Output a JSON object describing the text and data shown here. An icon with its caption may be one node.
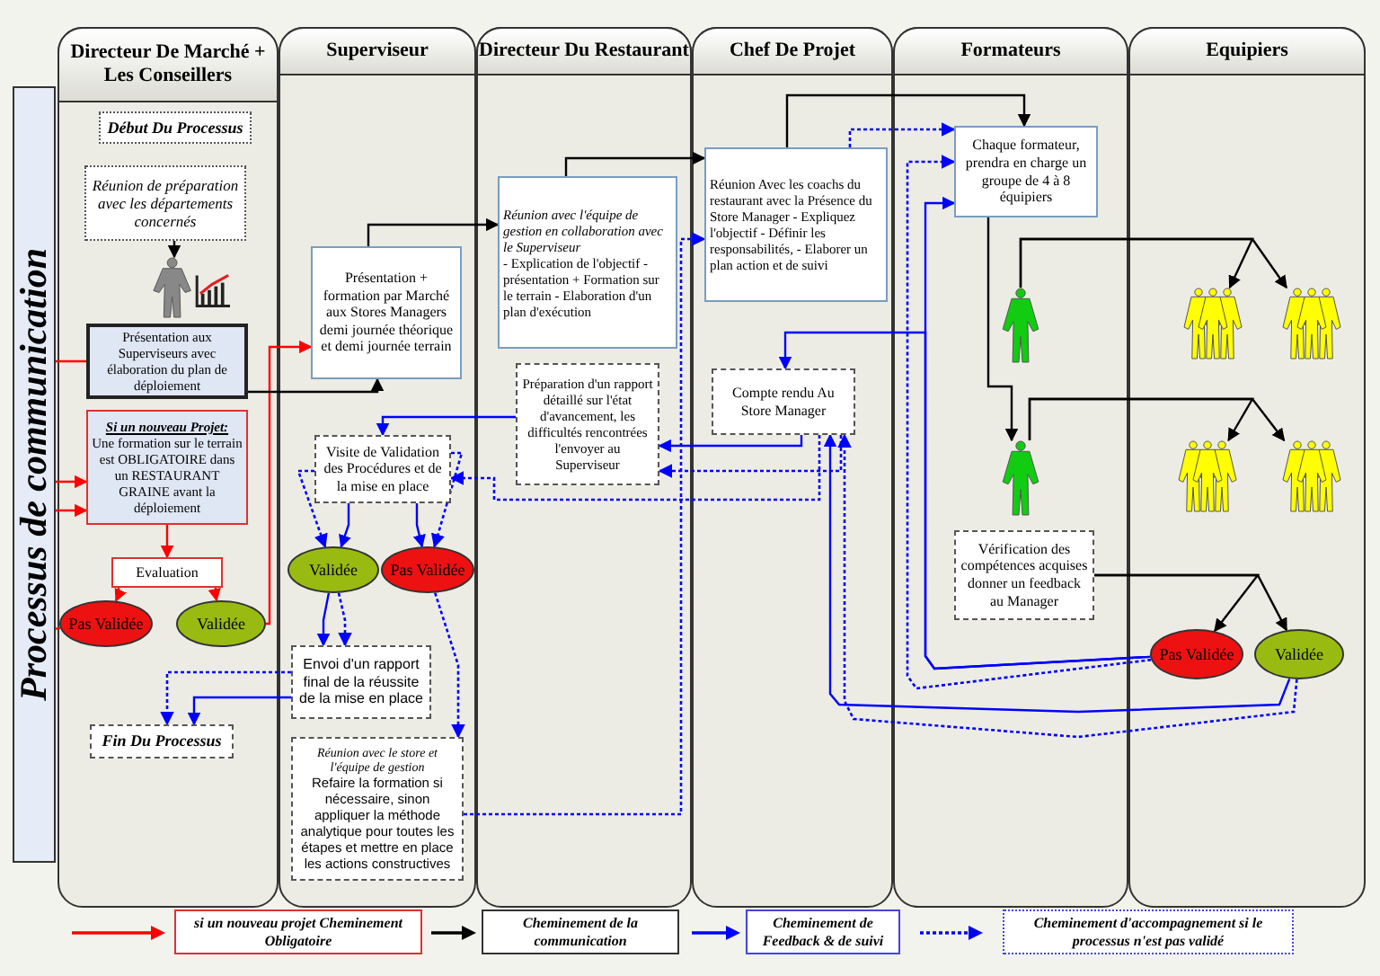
{
  "diagram": {
    "nodes": [
      {
        "text": [
          "Directeur De Marché + Les Conseillers"
        ]
      },
      {
        "text": [
          "Début Du Processus"
        ],
        "in": 0
      },
      {
        "text": [
          "Réunion de préparation avec les départements concernés"
        ],
        "in": 0
      },
      {
        "text": [],
        "shape": "person",
        "in": 0
      },
      {
        "text": [
          "Présentation aux Superviseurs avec élaboration du plan de déploiement"
        ],
        "in": 0
      },
      {
        "text": [
          "Si un nouveau Projet:",
          "Une formation sur le terrain est OBLIGATOIRE dans un RESTAURANT GRAINE avant la déploiement"
        ],
        "in": 0
      },
      {
        "text": [
          "Evaluation"
        ],
        "in": 0
      },
      {
        "text": [
          "Pas Validée"
        ],
        "in": 0
      },
      {
        "text": [
          "Validée"
        ],
        "in": 0
      },
      {
        "text": [
          "Fin Du Processus"
        ],
        "in": 0
      },
      {
        "text": [
          "Superviseur"
        ]
      },
      {
        "text": [
          "Présentation + formation par Marché aux Stores Managers demi journée théorique et demi journée terrain"
        ],
        "in": 10
      },
      {
        "text": [
          "Visite de Validation des Procédures et de la mise en place"
        ],
        "in": 10
      },
      {
        "text": [
          "Validée"
        ],
        "in": 10
      },
      {
        "text": [
          "Pas Validée"
        ],
        "in": 10
      },
      {
        "text": [
          "Envoi d'un rapport final de la réussite de la mise en place"
        ],
        "in": 10
      },
      {
        "text": [
          "Réunion avec le store et l'équipe de gestion",
          "Refaire la formation si nécessaire, sinon appliquer la méthode analytique pour toutes les étapes et mettre en place les actions constructives"
        ],
        "in": 10
      },
      {
        "text": [
          "Directeur Du Restaurant"
        ]
      },
      {
        "text": [
          "Réunion avec l'équipe de gestion en collaboration avec le Superviseur",
          "- Explication de l'objectif - présentation + Formation sur le terrain - Elaboration d'un plan d'exécution"
        ],
        "in": 17
      },
      {
        "text": [
          "Préparation d'un rapport détaillé sur l'état d'avancement, les difficultés rencontrées l'envoyer au Superviseur"
        ],
        "in": 17
      },
      {
        "text": [
          "Chef De Projet"
        ]
      },
      {
        "text": [
          "Réunion Avec les coachs du restaurant avec la Présence du Store Manager - Expliquez l'objectif - Définir les responsabilités, - Elaborer un plan action et de suivi"
        ],
        "in": 20
      },
      {
        "text": [
          "Compte rendu Au Store Manager"
        ],
        "in": 20
      },
      {
        "text": [
          "Formateurs"
        ]
      },
      {
        "text": [
          "Chaque formateur, prendra en charge un groupe de 4 à 8 équipiers"
        ],
        "in": 23
      },
      {
        "text": [],
        "shape": "person",
        "in": 23
      },
      {
        "text": [],
        "shape": "person",
        "in": 23
      },
      {
        "text": [
          "Vérification des compétences acquises donner un feedback au Manager"
        ],
        "in": 23
      },
      {
        "text": [
          "Equipiers"
        ]
      },
      {
        "text": [],
        "shape": "person",
        "in": 28
      },
      {
        "text": [],
        "shape": "person",
        "in": 28
      },
      {
        "text": [],
        "shape": "person",
        "in": 28
      },
      {
        "text": [],
        "shape": "person",
        "in": 28
      },
      {
        "text": [
          "Pas Validée"
        ],
        "in": 28
      },
      {
        "text": [
          "Validée"
        ],
        "in": 28
      }
    ],
    "edges": [
      {
        "from": 2,
        "to": 3,
        "arrow": "to",
        "color": "#000000"
      },
      {
        "from": 4,
        "to": 5,
        "arrow": "to",
        "color": "#ff0000"
      },
      {
        "from": 5,
        "to": 6,
        "arrow": "to",
        "color": "#ff0000"
      },
      {
        "from": 6,
        "to": 7,
        "arrow": "to",
        "color": "#ff0000"
      },
      {
        "from": 6,
        "to": 8,
        "arrow": "to",
        "color": "#ff0000"
      },
      {
        "from": 7,
        "to": 5,
        "arrow": "to",
        "color": "#ff0000"
      },
      {
        "from": 8,
        "to": 11,
        "arrow": "to",
        "color": "#ff0000"
      },
      {
        "from": 4,
        "to": 11,
        "arrow": "to",
        "color": "#000000"
      },
      {
        "from": 11,
        "to": 18,
        "arrow": "to",
        "color": "#000000"
      },
      {
        "from": 18,
        "to": 21,
        "arrow": "to",
        "color": "#000000"
      },
      {
        "from": 21,
        "to": 24,
        "arrow": "to",
        "color": "#000000"
      },
      {
        "from": 24,
        "to": 26,
        "arrow": "to",
        "color": "#000000"
      },
      {
        "from": 25,
        "to": 29,
        "arrow": "to",
        "color": "#000000"
      },
      {
        "from": 25,
        "to": 30,
        "arrow": "to",
        "color": "#000000"
      },
      {
        "from": 26,
        "to": 31,
        "arrow": "to",
        "color": "#000000"
      },
      {
        "from": 26,
        "to": 32,
        "arrow": "to",
        "color": "#000000"
      },
      {
        "from": 27,
        "to": 33,
        "arrow": "to",
        "color": "#000000"
      },
      {
        "from": 27,
        "to": 34,
        "arrow": "to",
        "color": "#000000"
      },
      {
        "from": 21,
        "to": 24,
        "arrow": "to",
        "style": "dashed"
      },
      {
        "from": 33,
        "to": 24,
        "arrow": "to"
      },
      {
        "from": 33,
        "to": 24,
        "arrow": "to",
        "style": "dashed"
      },
      {
        "from": 33,
        "to": 22,
        "arrow": "to"
      },
      {
        "from": 34,
        "to": 22,
        "arrow": "to"
      },
      {
        "from": 34,
        "to": 22,
        "arrow": "to",
        "style": "dashed"
      },
      {
        "from": 22,
        "to": 19,
        "arrow": "to"
      },
      {
        "from": 22,
        "to": 19,
        "arrow": "to",
        "style": "dashed"
      },
      {
        "from": 22,
        "to": 12,
        "arrow": "to",
        "style": "dashed"
      },
      {
        "from": 19,
        "to": 12,
        "arrow": "to"
      },
      {
        "from": 12,
        "to": 13,
        "arrow": "to"
      },
      {
        "from": 12,
        "to": 14,
        "arrow": "to"
      },
      {
        "from": 12,
        "to": 13,
        "arrow": "to",
        "style": "dashed"
      },
      {
        "from": 12,
        "to": 14,
        "arrow": "to",
        "style": "dashed"
      },
      {
        "from": 13,
        "to": 15,
        "arrow": "to"
      },
      {
        "from": 13,
        "to": 15,
        "arrow": "to",
        "style": "dashed"
      },
      {
        "from": 14,
        "to": 16,
        "arrow": "to",
        "style": "dashed"
      },
      {
        "from": 15,
        "to": 9,
        "arrow": "to"
      },
      {
        "from": 15,
        "to": 9,
        "arrow": "to",
        "style": "dashed"
      },
      {
        "from": 16,
        "to": 21,
        "arrow": "to",
        "style": "dashed"
      }
    ],
    "labels": [
      "Processus de communication"
    ],
    "legend": [
      {
        "text": "si un nouveau projet Cheminement Obligatoire"
      },
      {
        "text": "Cheminement de la communication"
      },
      {
        "text": "Cheminement de Feedback & de suivi"
      },
      {
        "text": "Cheminement d'accompagnement si le processus n'est pas validé"
      }
    ]
  }
}
